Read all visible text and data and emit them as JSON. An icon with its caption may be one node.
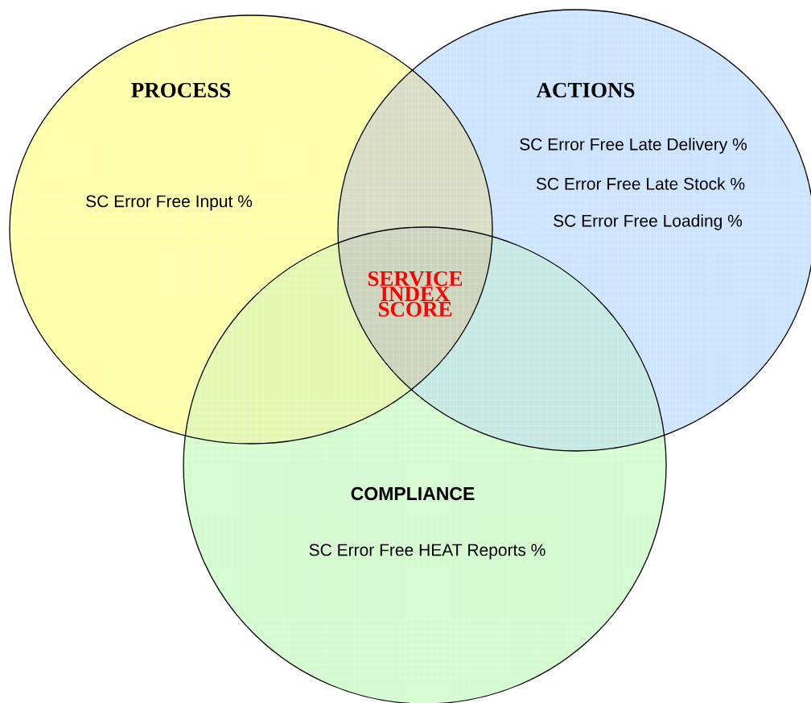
{
  "diagram": {
    "nodes": [
      {
        "text": [
          "PROCESS",
          "SC Error Free Input %"
        ]
      },
      {
        "text": [
          "ACTIONS",
          "SC Error Free Late Delivery %",
          "SC Error Free Late Stock %",
          "SC Error Free Loading %"
        ]
      },
      {
        "text": [
          "COMPLIANCE",
          "SC Error Free HEAT Reports %"
        ]
      }
    ],
    "labels": [
      "SERVICE INDEX SCORE"
    ]
  }
}
